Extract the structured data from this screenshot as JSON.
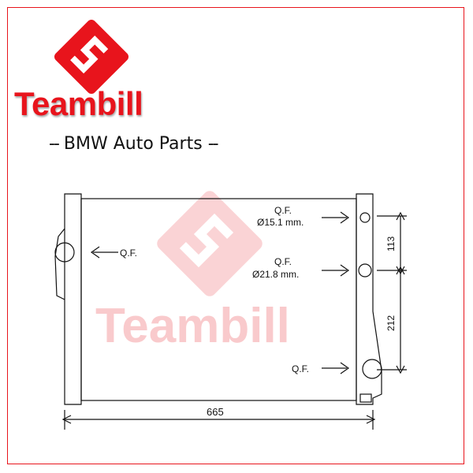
{
  "brand": {
    "name": "Teambill",
    "color": "#e8141c",
    "logo_icon": "swastika-like-s-logo-icon"
  },
  "tagline": {
    "prefix": "--",
    "text": "BMW Auto Parts",
    "suffix": "--"
  },
  "watermark": {
    "name": "Teambill"
  },
  "diagram": {
    "label_left": "Q.F.",
    "label_top": "Q.F.",
    "label_top_dim": "Ø15.1 mm.",
    "label_mid": "Q.F.",
    "label_mid_dim": "Ø21.8 mm.",
    "label_bottom": "Q.F.",
    "dim_width": "665",
    "dim_upper": "113",
    "dim_lower": "212"
  }
}
